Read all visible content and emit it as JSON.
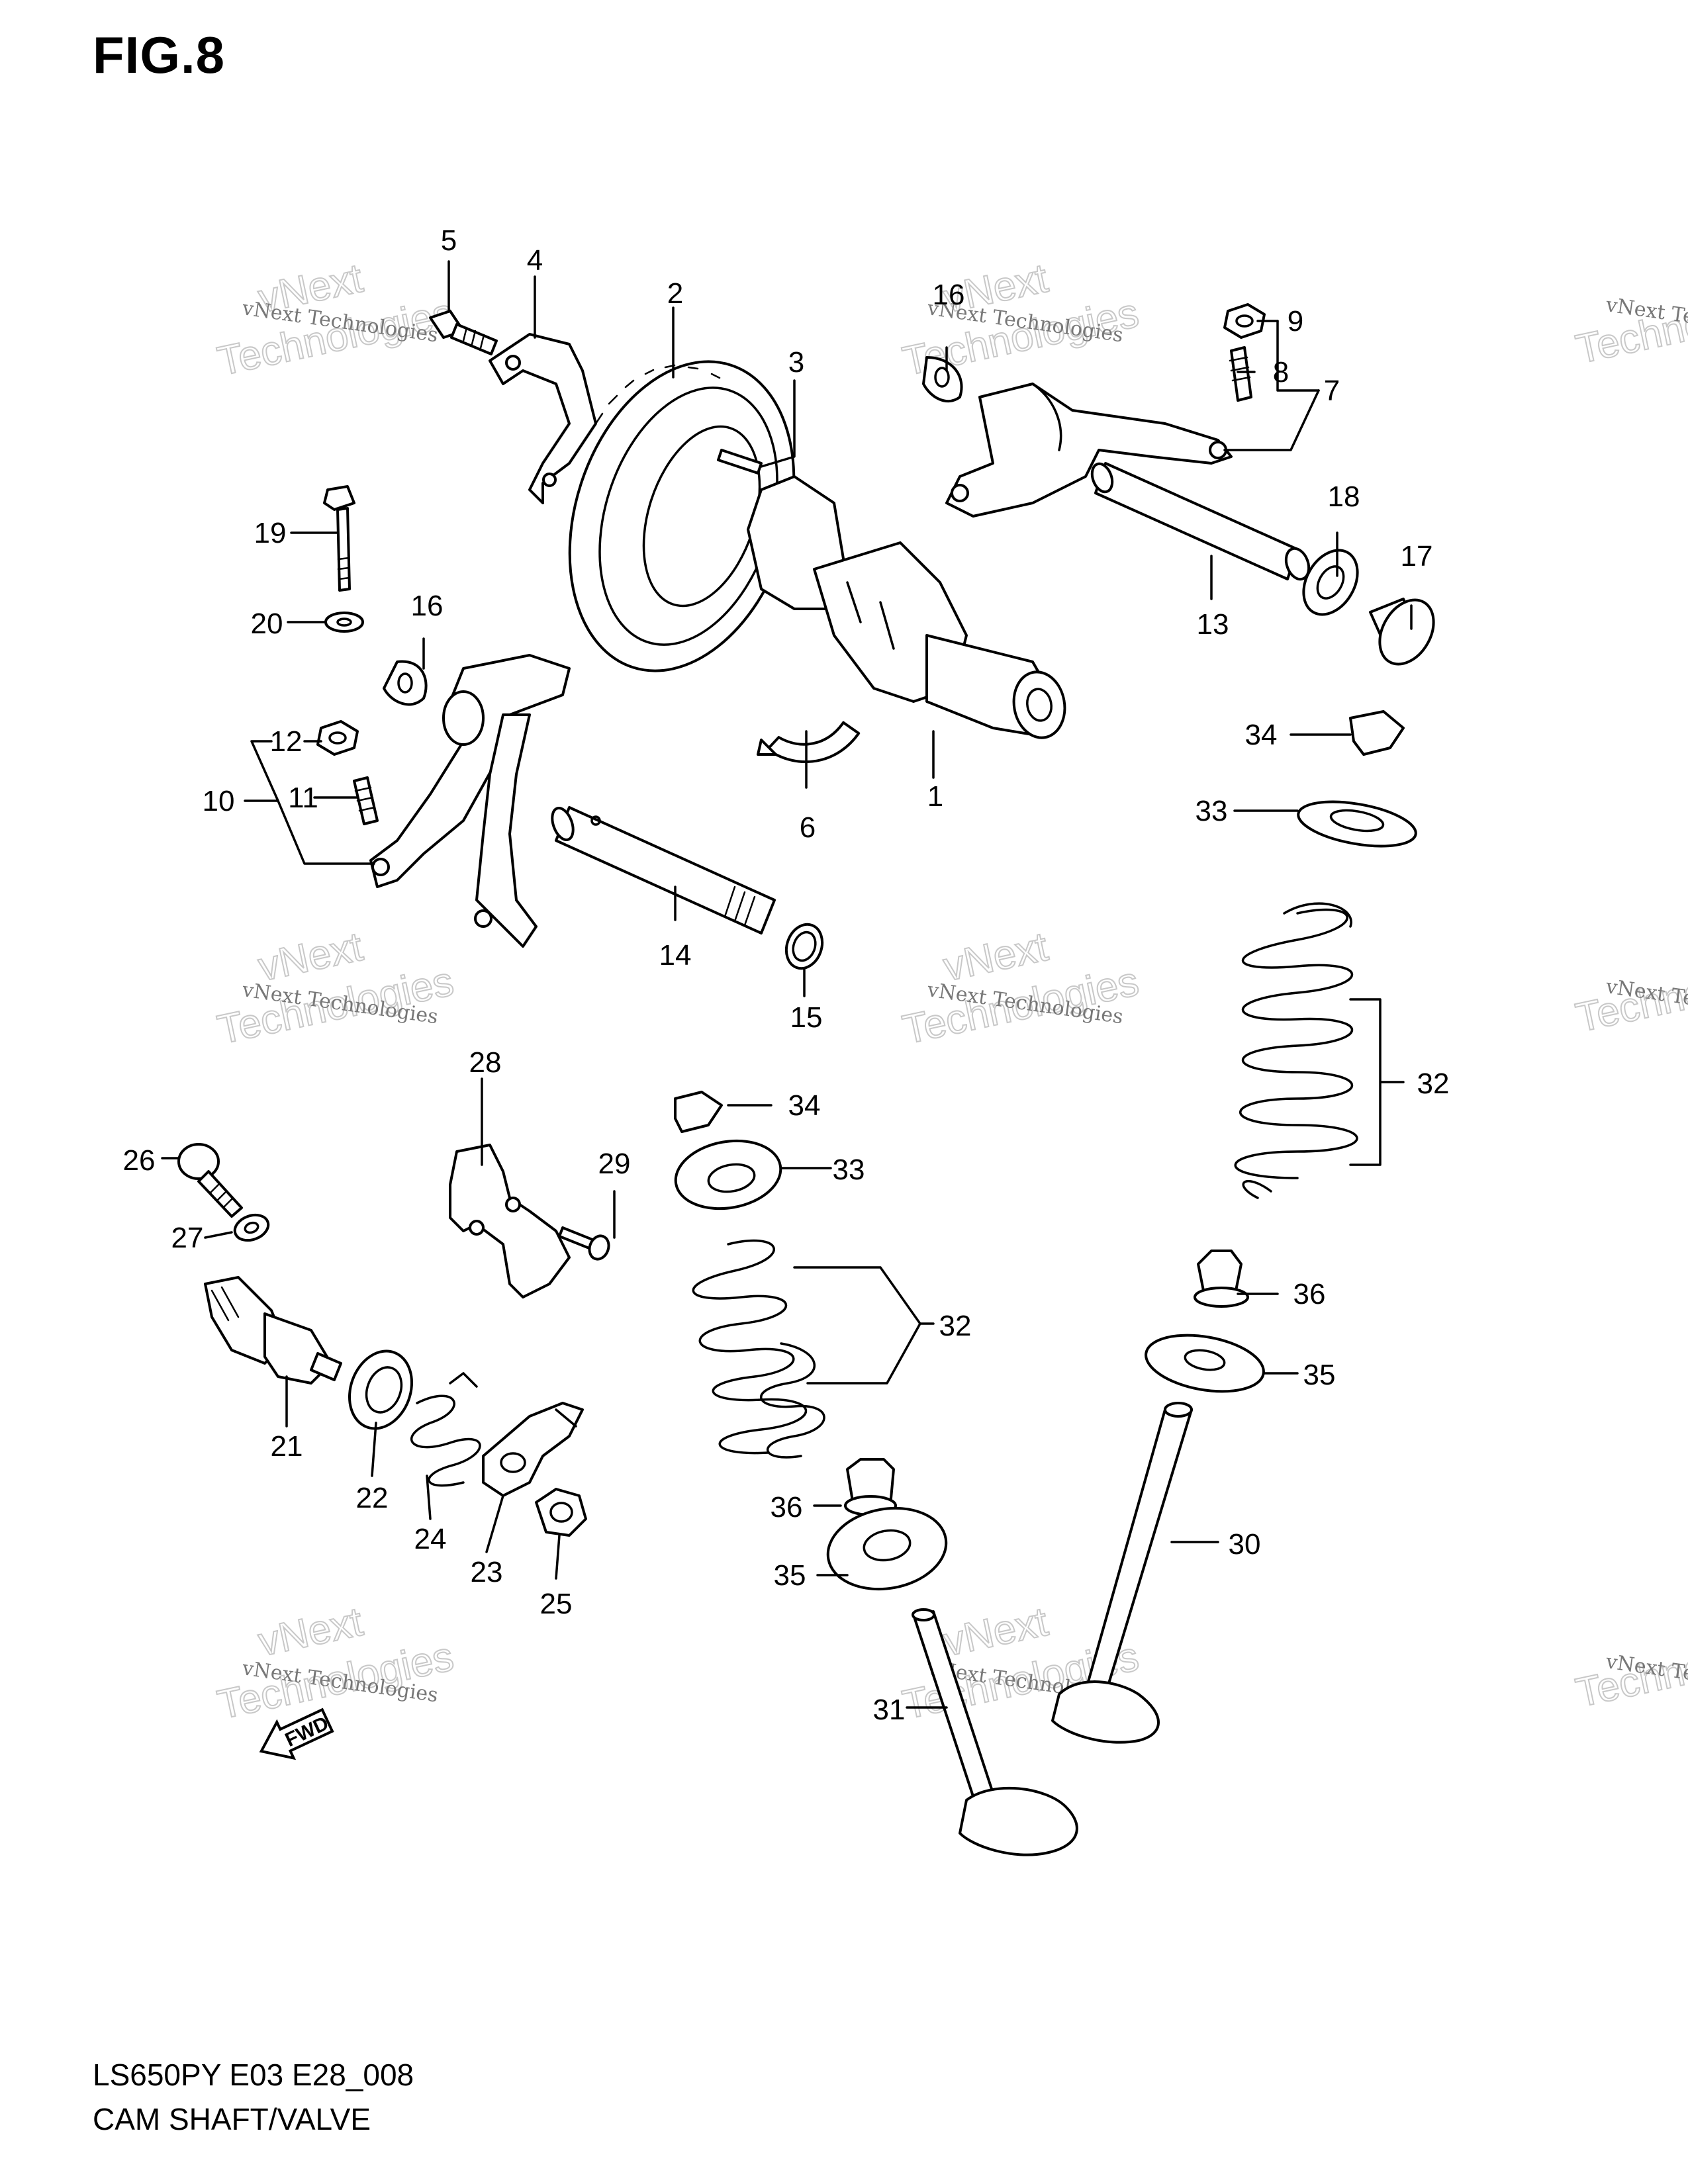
{
  "figure_title": "FIG.8",
  "footer": {
    "model_code": "LS650PY E03 E28_008",
    "section_name": "CAM SHAFT/VALVE"
  },
  "watermark": {
    "line1": "vNext Technologies",
    "line2": "vNext",
    "line3": "Technologies"
  },
  "fwd_mark": "FWD",
  "callouts": [
    {
      "id": "c1",
      "label": "1"
    },
    {
      "id": "c2",
      "label": "2"
    },
    {
      "id": "c3",
      "label": "3"
    },
    {
      "id": "c4",
      "label": "4"
    },
    {
      "id": "c5",
      "label": "5"
    },
    {
      "id": "c6",
      "label": "6"
    },
    {
      "id": "c7",
      "label": "7"
    },
    {
      "id": "c8",
      "label": "8"
    },
    {
      "id": "c9",
      "label": "9"
    },
    {
      "id": "c10",
      "label": "10"
    },
    {
      "id": "c11",
      "label": "11"
    },
    {
      "id": "c12",
      "label": "12"
    },
    {
      "id": "c13",
      "label": "13"
    },
    {
      "id": "c14",
      "label": "14"
    },
    {
      "id": "c15",
      "label": "15"
    },
    {
      "id": "c16a",
      "label": "16"
    },
    {
      "id": "c16b",
      "label": "16"
    },
    {
      "id": "c17",
      "label": "17"
    },
    {
      "id": "c18",
      "label": "18"
    },
    {
      "id": "c19",
      "label": "19"
    },
    {
      "id": "c20",
      "label": "20"
    },
    {
      "id": "c21",
      "label": "21"
    },
    {
      "id": "c22",
      "label": "22"
    },
    {
      "id": "c23",
      "label": "23"
    },
    {
      "id": "c24",
      "label": "24"
    },
    {
      "id": "c25",
      "label": "25"
    },
    {
      "id": "c26",
      "label": "26"
    },
    {
      "id": "c27",
      "label": "27"
    },
    {
      "id": "c28",
      "label": "28"
    },
    {
      "id": "c29",
      "label": "29"
    },
    {
      "id": "c30",
      "label": "30"
    },
    {
      "id": "c31",
      "label": "31"
    },
    {
      "id": "c32a",
      "label": "32"
    },
    {
      "id": "c32b",
      "label": "32"
    },
    {
      "id": "c33a",
      "label": "33"
    },
    {
      "id": "c33b",
      "label": "33"
    },
    {
      "id": "c34a",
      "label": "34"
    },
    {
      "id": "c34b",
      "label": "34"
    },
    {
      "id": "c35a",
      "label": "35"
    },
    {
      "id": "c35b",
      "label": "35"
    },
    {
      "id": "c36a",
      "label": "36"
    },
    {
      "id": "c36b",
      "label": "36"
    }
  ]
}
